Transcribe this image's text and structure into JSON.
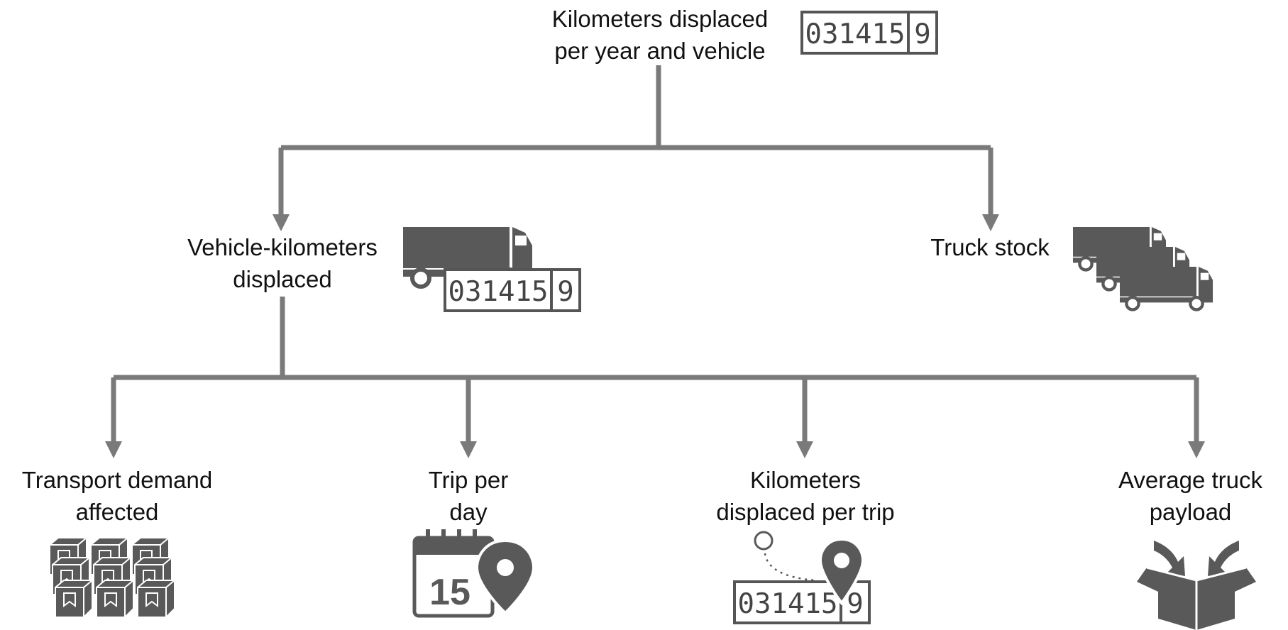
{
  "root": {
    "lines": [
      "Kilometers displaced",
      "per year and vehicle"
    ]
  },
  "level2": {
    "left": {
      "lines": [
        "Vehicle-kilometers",
        "displaced"
      ]
    },
    "right": {
      "lines": [
        "Truck stock"
      ]
    }
  },
  "level3": [
    {
      "lines": [
        "Transport demand",
        "affected"
      ]
    },
    {
      "lines": [
        "Trip per",
        "day"
      ]
    },
    {
      "lines": [
        "Kilometers",
        "displaced per trip"
      ]
    },
    {
      "lines": [
        "Average truck",
        "payload"
      ]
    }
  ],
  "odometer": {
    "main": "031415",
    "last": "9"
  },
  "calendar": {
    "day": "15"
  },
  "colors": {
    "connector": "#7a7a7a",
    "icon": "#595959"
  }
}
